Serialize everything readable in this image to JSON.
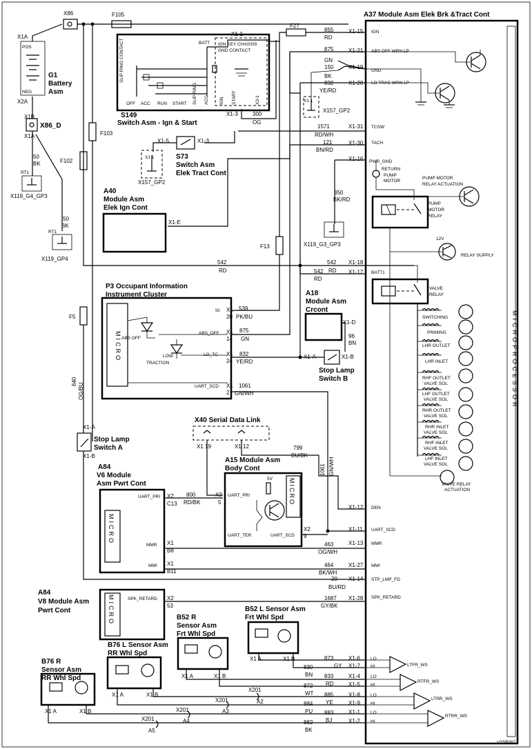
{
  "diagram": {
    "modules": {
      "a37_title": "A37 Module Asm Elek Brk &Tract Cont",
      "battery_name": "G1",
      "battery_line2": "Battery",
      "battery_line3": "Asm",
      "battery_pos": "POS",
      "battery_neg": "NEG",
      "s149_title": "S149",
      "s149_sub": "Switch Asm - Ign & Start",
      "s149_slip": "SLIP RING CONTACT",
      "s149_ignkey": "IGN KEY CHASSIS",
      "s149_gnd": "GND CONTACT",
      "s149_off": "OFF",
      "s149_acc": "ACC",
      "s149_run": "RUN",
      "s149_start": "START",
      "s149_slipring": "SLIP RING",
      "s149_acc2": "ACC",
      "s149_ign": "IGN",
      "s149_start2": "START",
      "s149_x31": "X3-1",
      "s149_batt": "BATT",
      "s73_title": "S73",
      "s73_line2": "Switch Asm",
      "s73_line3": "Elek Tract Cont",
      "a40_title": "A40",
      "a40_line2": "Module Asm",
      "a40_line3": "Elek Ign Cont",
      "p3_title": "P3 Occupant Information",
      "p3_line2": "Instrument Cluster",
      "a18_title": "A18",
      "a18_line2": "Module Asm",
      "a18_line3": "Crcont",
      "stop_b_line1": "Stop Lamp",
      "stop_b_line2": "Switch B",
      "stop_a_line1": "Stop Lamp",
      "stop_a_line2": "Switch A",
      "x40_title": "X40 Serial Data Link",
      "a15_title": "A15 Module Asm",
      "a15_line2": "Body Cont",
      "a84_title": "A84",
      "a84_line2": "V6 Module",
      "a84_line3": "Asm Pwrt Cont",
      "a84v8_title": "A84",
      "a84v8_line2": "V8 Module Asm",
      "a84v8_line3": "Pwrt Cont",
      "b52l_title": "B52 L Sensor Asm",
      "b52l_line2": "Frt Whl Spd",
      "b52r_title": "B52 R",
      "b52r_line2": "Sensor Asm",
      "b52r_line3": "Frt Whl Spd",
      "b76l_title": "B76 L Sensor Asm",
      "b76l_line2": "RR Whl Spd",
      "b76r_title": "B76 R",
      "b76r_line2": "Sensor Asm",
      "b76r_line3": "RR Whl Spd",
      "microprocessor": "MICROPROCESSOR",
      "micro": "MICRO"
    },
    "fuses": {
      "f105": "F105",
      "f27": "F27",
      "f103": "F103",
      "f102": "F102",
      "f13": "F13",
      "f5": "F5"
    },
    "grounds": {
      "x119_g4": "X119_G4_GP3",
      "x119_gp4": "X119_GP4",
      "x157_gp2a": "X157_GP2",
      "x157_gp2b": "X157_GP2",
      "x119_g3": "X119_G3_GP3",
      "rt1": "RT1",
      "rt1b": "RT1"
    },
    "connectors": {
      "x86": "X86",
      "x86d": "X86_D",
      "x1a": "X1A",
      "x2a": "X2A",
      "x1b": "X1B",
      "x1a2": "X1A",
      "s149_x11": "X1-1",
      "s149_x13": "X1-3",
      "s73_x15": "X1-5",
      "s73_x13": "X1-3",
      "s73_x11": "X1 1",
      "x157_x11": "X1 1",
      "a40_x1e": "X1-E",
      "p3_x1a": "X1",
      "p3_20": "20",
      "p3_x1b": "X1",
      "p3_14": "14",
      "p3_x1c": "X1",
      "p3_24": "24",
      "p3_x1d": "X1",
      "p3_2": "2",
      "a18_x1d": "X1-D",
      "stopb_x1a": "X1-A",
      "stopb_x1b": "X1-B",
      "stopa_x1a": "X1-A",
      "stopa_x1b": "X1-B",
      "x40_19": "X1 19",
      "x40_12": "X1 12",
      "a84_x2": "X2",
      "a84_c13": "C13",
      "a84_x1a": "X1",
      "a84_b8": "B8",
      "a84_x1b": "X1",
      "a84_b11": "B11",
      "a15_x2": "X2",
      "a15_5": "5",
      "a15_x2b": "X2",
      "a15_9": "9",
      "v8_x2": "X2",
      "v8_53": "53",
      "b52l_x1a": "X1 A",
      "b52l_x1b": "X1 B",
      "b52r_x1a": "X1 A",
      "b52r_x1b": "X1 B",
      "b76l_x1a": "X1 A",
      "b76l_x1b": "X1 B",
      "b76r_x1a": "X1 A",
      "b76r_x1b": "X1 B",
      "x201a": "X201",
      "a2": "A2",
      "x201b": "X201",
      "a3": "A3",
      "x201c": "X201",
      "a4": "A4",
      "x201d": "X201",
      "a5": "A5"
    },
    "pins": {
      "p_x115": "X1-15",
      "p_x121": "X1-21",
      "p_x119": "X1-19",
      "p_x120": "X1-20",
      "p_x131": "X1-31",
      "p_x130": "X1-30",
      "p_x116": "X1-16",
      "p_x118": "X1-18",
      "p_x117": "X1-17",
      "p_x112": "X1-12",
      "p_x111": "X1-11",
      "p_x113": "X1-13",
      "p_x127": "X1-27",
      "p_x114": "X1-14",
      "p_x128": "X1-28",
      "p_x16": "X1-6",
      "p_x17": "X1-7",
      "p_x14": "X1-4",
      "p_x15": "X1-5",
      "p_x18": "X1-8",
      "p_x19": "X1-9",
      "p_x11": "X1-1",
      "p_x12": "X1-2"
    },
    "signals": {
      "ign": "IGN",
      "abs_off": "ABS OFF WRN LP",
      "gnd": "GND",
      "lo_trac": "LO TRAC WRN LP",
      "tcsw": "TCSW",
      "tach": "TACH",
      "pwr_gnd": "PWR_GND",
      "return_pump": "RETURN",
      "return_pump2": "PUMP",
      "return_pump3": "MOTOR",
      "pump_relay_act": "PUMP MOTOR",
      "pump_relay_act2": "RELAY ACTUATION",
      "pump_relay": "PUMP",
      "pump_relay2": "MOTOR",
      "pump_relay3": "RELAY",
      "v12": "12V",
      "relay_supply": "RELAY SUPPLY",
      "batt1": "BATT1",
      "valve_relay": "VALVE",
      "valve_relay2": "RELAY",
      "switching": "SWITCHING",
      "priming": "PRIMING",
      "lhr_outlet": "LHR OUTLET",
      "lhr_inlet": "LHR INLET",
      "rhf_outlet": "RHF OUTLET",
      "rhf_outlet2": "VALVE SOL",
      "lhf_outlet": "LHF OUTLET",
      "lhf_outlet2": "VALVE SOL",
      "rhr_outlet": "RHR OUTLET",
      "rhr_outlet2": "VALVE SOL",
      "rhr_inlet": "RHR INLET",
      "rhr_inlet2": "VALVE SOL",
      "rhf_inlet": "RHF INLET",
      "rhf_inlet2": "VALVE SOL",
      "lhf_inlet": "LHF INLET",
      "lhf_inlet2": "VALVE SOL",
      "valve_relay_act": "VALVE RELAY",
      "valve_relay_act2": "ACTUATION",
      "den": "DEN",
      "uart_scd": "UART_SCD",
      "mmr": "MMR",
      "mmi": "MMI",
      "stp_lmp": "STP_LMP_FD",
      "spk_retard": "SPK_RETARD",
      "lo1": "LO",
      "hi1": "HI",
      "lo2": "LO",
      "hi2": "HI",
      "lo3": "LO",
      "hi3": "HI",
      "lo4": "LO",
      "hi4": "HI",
      "ltfr_ws": "LTFR_WS",
      "rtfr_ws": "RTFR_WS",
      "ltrr_ws": "LTRR_WS",
      "rtrr_ws": "RTRR_WS",
      "p3_ig": "IG",
      "p3_abs": "ABS_OFF",
      "p3_lotc": "LO_TC",
      "p3_uart": "UART_SCD",
      "abs_off_lamp": "ABS OFF",
      "low_traction": "LOW",
      "low_traction2": "TRACTION",
      "a84_uart": "UART_PRI",
      "a84_mmr": "MMR",
      "a84_mmi": "MMI",
      "a15_uart": "UART_PRI",
      "a15_uart_ter": "UART_TER",
      "a15_uart_scd": "UART_SCD",
      "a15_5v": "5V",
      "v8_spk": "SPK_RETARD"
    },
    "wires": {
      "w855": "855",
      "w855c": "RD",
      "w875": "875",
      "w875c": "GN",
      "w150": "150",
      "w150c": "BK",
      "w832": "832",
      "w832c": "YE/RD",
      "w1571": "1571",
      "w1571c": "RD/WH",
      "w121": "121",
      "w121c": "BN/RD",
      "w350": "350",
      "w350c": "BK/RD",
      "w542a": "542",
      "w542ac": "RD",
      "w542b": "542",
      "w542bc": "RD",
      "w542c": "542",
      "w542cc": "RD",
      "w300": "300",
      "w300c": "OG",
      "w50a": "50",
      "w50ac": "BK",
      "w50b": "50",
      "w50bc": "BK",
      "w539": "539",
      "w539c": "PK/BU",
      "w875p": "875",
      "w875pc": "GN",
      "w96": "96",
      "w96c": "BN",
      "w832p": "832",
      "w832pc": "YE/RD",
      "w1061": "1061",
      "w1061c": "GN/WH",
      "w640": "640",
      "w640c": "OG/BU",
      "w799": "799",
      "w799c": "BU/BK",
      "w1061v": "1061",
      "w1061vc": "GN/WH",
      "w800": "800",
      "w800c": "RD/BK",
      "w463": "463",
      "w463c": "OG/WH",
      "w464": "464",
      "w464c": "BK/WH",
      "w20": "20",
      "w20c": "BU/RD",
      "w1687": "1687",
      "w1687c": "GY/BK",
      "w873": "873",
      "w873c": "GY",
      "w830": "830",
      "w830c": "BN",
      "w833": "833",
      "w833c": "RD",
      "w872": "872",
      "w872c": "WT",
      "w885": "885",
      "w885c": "YE",
      "w884": "884",
      "w884c": "PU",
      "w883": "883",
      "w883c": "BJ",
      "w882": "882",
      "w882c": "BK"
    },
    "footer_code": "VY5B067"
  }
}
